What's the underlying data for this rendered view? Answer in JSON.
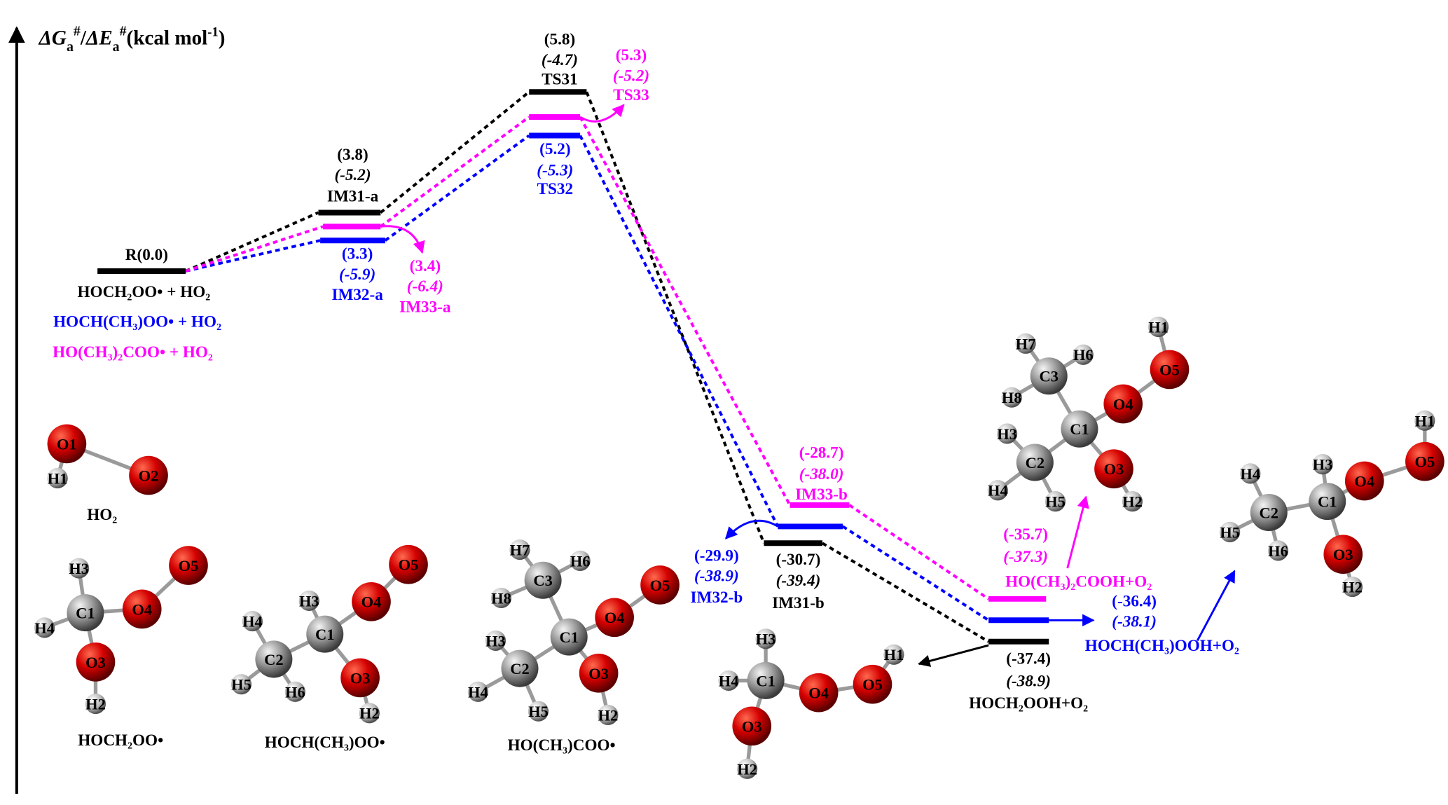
{
  "axis_title": {
    "g": "ΔG",
    "sub1": "a",
    "sup1": "#",
    "slash": "/",
    "e": "ΔE",
    "sub2": "a",
    "sup2": "#",
    "unit": "(kcal mol",
    "exp": "-1",
    "close": ")"
  },
  "colors": {
    "black": "#000000",
    "blue": "#0000ff",
    "magenta": "#ff00ff"
  },
  "reactants": [
    {
      "text": "HOCH₂OO• + HO₂",
      "color": "black"
    },
    {
      "text": "HOCH(CH₃)OO• + HO₂",
      "color": "blue"
    },
    {
      "text": "HO(CH₃)₂COO• + HO₂",
      "color": "magenta"
    }
  ],
  "levels": [
    {
      "id": "R",
      "color": "black",
      "name": "R(0.0)"
    },
    {
      "id": "IM31-a",
      "color": "black",
      "g": "(3.8)",
      "e": "(-5.2)",
      "name": "IM31-a"
    },
    {
      "id": "IM32-a",
      "color": "blue",
      "g": "(3.3)",
      "e": "(-5.9)",
      "name": "IM32-a"
    },
    {
      "id": "IM33-a",
      "color": "magenta",
      "g": "(3.4)",
      "e": "(-6.4)",
      "name": "IM33-a"
    },
    {
      "id": "TS31",
      "color": "black",
      "g": "(5.8)",
      "e": "(-4.7)",
      "name": "TS31"
    },
    {
      "id": "TS32",
      "color": "blue",
      "g": "(5.2)",
      "e": "(-5.3)",
      "name": "TS32"
    },
    {
      "id": "TS33",
      "color": "magenta",
      "g": "(5.3)",
      "e": "(-5.2)",
      "name": "TS33"
    },
    {
      "id": "IM31-b",
      "color": "black",
      "g": "(-30.7)",
      "e": "(-39.4)",
      "name": "IM31-b"
    },
    {
      "id": "IM32-b",
      "color": "blue",
      "g": "(-29.9)",
      "e": "(-38.9)",
      "name": "IM32-b"
    },
    {
      "id": "IM33-b",
      "color": "magenta",
      "g": "(-28.7)",
      "e": "(-38.0)",
      "name": "IM33-b"
    },
    {
      "id": "P1",
      "color": "black",
      "g": "(-37.4)",
      "e": "(-38.9)",
      "name": "HOCH₂OOH+O₂"
    },
    {
      "id": "P2",
      "color": "blue",
      "g": "(-36.4)",
      "e": "(-38.1)",
      "name": "HOCH(CH₃)OOH+O₂"
    },
    {
      "id": "P3",
      "color": "magenta",
      "g": "(-35.7)",
      "e": "(-37.3)",
      "name": "HO(CH₃)₂COOH+O₂"
    }
  ],
  "pathways": [
    {
      "color": "black",
      "steps": [
        "R",
        "IM31-a",
        "TS31",
        "IM31-b",
        "P1"
      ]
    },
    {
      "color": "blue",
      "steps": [
        "R",
        "IM32-a",
        "TS32",
        "IM32-b",
        "P2"
      ]
    },
    {
      "color": "magenta",
      "steps": [
        "R",
        "IM33-a",
        "TS33",
        "IM33-b",
        "P3"
      ]
    }
  ],
  "molecules": [
    {
      "id": "ho2",
      "caption": "HO₂",
      "atoms": [
        "O1",
        "H1",
        "O2"
      ]
    },
    {
      "id": "hoch2oo",
      "caption": "HOCH₂OO•",
      "atoms": [
        "H3",
        "C1",
        "O4",
        "O5",
        "H4",
        "O3",
        "H2"
      ]
    },
    {
      "id": "hochch3oo",
      "caption": "HOCH(CH₃)OO•",
      "atoms": [
        "H3",
        "C1",
        "O4",
        "O5",
        "C2",
        "H4",
        "H5",
        "H6",
        "O3",
        "H2"
      ]
    },
    {
      "id": "hoch3coo",
      "caption": "HO(CH₃)COO•",
      "atoms": [
        "H7",
        "H6",
        "C3",
        "H8",
        "C1",
        "O4",
        "O5",
        "H3",
        "C2",
        "H4",
        "H5",
        "O3",
        "H2"
      ]
    },
    {
      "id": "hoch2ooh",
      "caption": "",
      "atoms": [
        "H3",
        "H4",
        "C1",
        "O4",
        "O5",
        "H1",
        "O3",
        "H2"
      ]
    },
    {
      "id": "hoch3_2cooh",
      "caption": "",
      "atoms": [
        "H1",
        "O5",
        "H7",
        "H6",
        "C3",
        "O4",
        "H8",
        "C1",
        "H3",
        "C2",
        "O3",
        "H4",
        "H5",
        "H2"
      ]
    },
    {
      "id": "hochch3ooh",
      "caption": "",
      "atoms": [
        "H1",
        "O5",
        "H3",
        "O4",
        "H4",
        "C1",
        "C2",
        "H5",
        "H6",
        "O3",
        "H2"
      ]
    }
  ]
}
